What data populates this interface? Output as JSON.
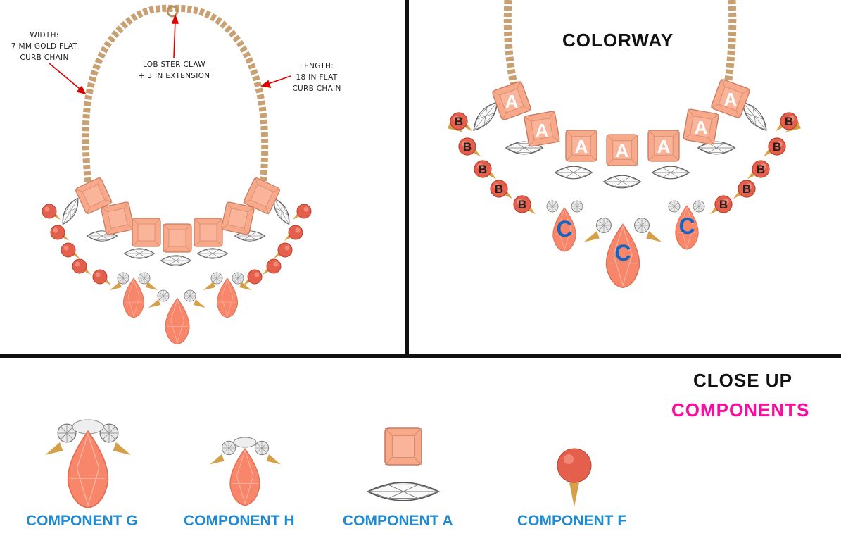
{
  "annotations": {
    "width": "WIDTH:\n7 MM GOLD FLAT\nCURB CHAIN",
    "clasp": "LOB STER CLAW\n+ 3 IN EXTENSION",
    "length": "LENGTH:\n18 IN FLAT\nCURB CHAIN"
  },
  "colorway": {
    "title": "COLORWAY",
    "labels": {
      "a": "A",
      "b": "B",
      "c": "C"
    }
  },
  "closeup": {
    "title": "CLOSE UP",
    "subtitle": "COMPONENTS",
    "components": [
      "COMPONENT G",
      "COMPONENT H",
      "COMPONENT A",
      "COMPONENT F"
    ]
  },
  "colors": {
    "gold_chain": "#c9a071",
    "square_stone": "#f7a98a",
    "ball_stone": "#e4604c",
    "drop_stone": "#f8866a",
    "arrow": "#e00000",
    "components_heading": "#ff0aa0",
    "component_label": "#1f8ad2",
    "letter_a": "#ffffff",
    "letter_b": "#222222",
    "letter_c": "#1565c0"
  }
}
